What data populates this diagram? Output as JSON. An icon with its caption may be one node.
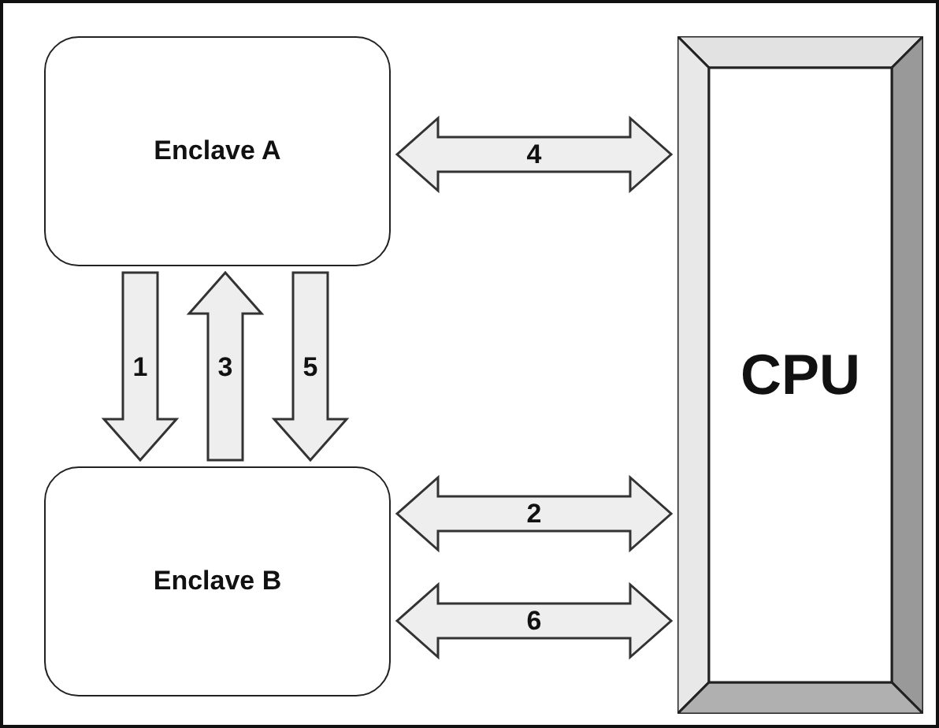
{
  "diagram": {
    "nodes": [
      {
        "text": [
          "Enclave A"
        ]
      },
      {
        "text": [
          "Enclave B"
        ]
      },
      {
        "text": [
          "CPU"
        ]
      }
    ],
    "edges": [
      {
        "from": 0,
        "to": 1,
        "arrow": "to",
        "label": "1"
      },
      {
        "from": 1,
        "to": 2,
        "arrow": "both",
        "label": "2"
      },
      {
        "from": 1,
        "to": 0,
        "arrow": "to",
        "label": "3"
      },
      {
        "from": 0,
        "to": 2,
        "arrow": "both",
        "label": "4"
      },
      {
        "from": 0,
        "to": 1,
        "arrow": "to",
        "label": "5"
      },
      {
        "from": 1,
        "to": 2,
        "arrow": "both",
        "label": "6"
      }
    ]
  }
}
